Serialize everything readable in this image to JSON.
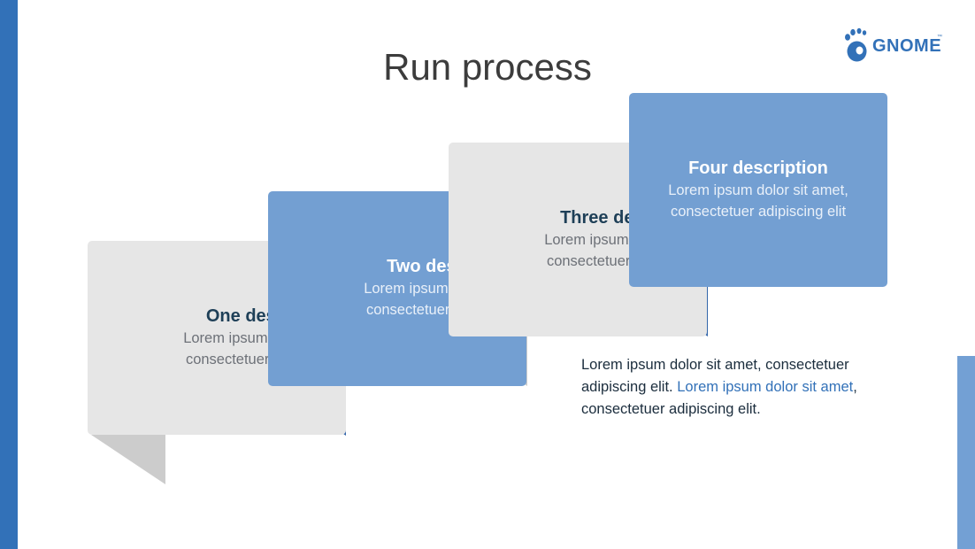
{
  "slide": {
    "title": "Run process",
    "logo_text": "GNOME",
    "logo_tm": "™",
    "logo_icon": "gnome-foot-icon"
  },
  "steps": [
    {
      "title": "One description",
      "line1": "Lorem ipsum dolor sit amet,",
      "line2": "consectetuer adipiscing elit"
    },
    {
      "title": "Two description",
      "line1": "Lorem ipsum dolor sit amet,",
      "line2": "consectetuer adipiscing elit"
    },
    {
      "title": "Three description",
      "line1": "Lorem ipsum dolor sit amet,",
      "line2": "consectetuer adipiscing elit"
    },
    {
      "title": "Four description",
      "line1": "Lorem ipsum dolor sit amet,",
      "line2": "consectetuer adipiscing elit"
    }
  ],
  "note": {
    "part1": "Lorem ipsum dolor sit amet, consectetuer adipiscing elit.",
    "highlight": "Lorem ipsum dolor sit amet",
    "part2": ", consectetuer adipiscing elit."
  },
  "colors": {
    "accent": "#3271b8",
    "card_blue": "#739fd2",
    "card_grey": "#e6e6e6",
    "fold_grey": "#cccccc",
    "fold_blue": "#3366aa"
  }
}
